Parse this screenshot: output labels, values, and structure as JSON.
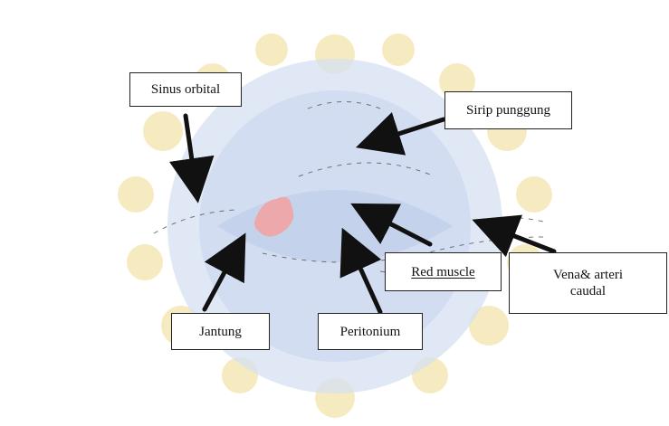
{
  "diagram": {
    "colors": {
      "watermark_blue": "#c9d6ec",
      "watermark_yellow": "#f3e4b0",
      "heart": "#f0a3a3",
      "arrow": "#111111",
      "sketch": "#555555"
    },
    "labels": {
      "sinus_orbital": "Sinus orbital",
      "sirip_punggung": "Sirip punggung",
      "red_muscle": "Red muscle",
      "vena_arteri_line1": "Vena& arteri",
      "vena_arteri_line2": "caudal",
      "jantung": "Jantung",
      "peritonium": "Peritonium"
    }
  }
}
